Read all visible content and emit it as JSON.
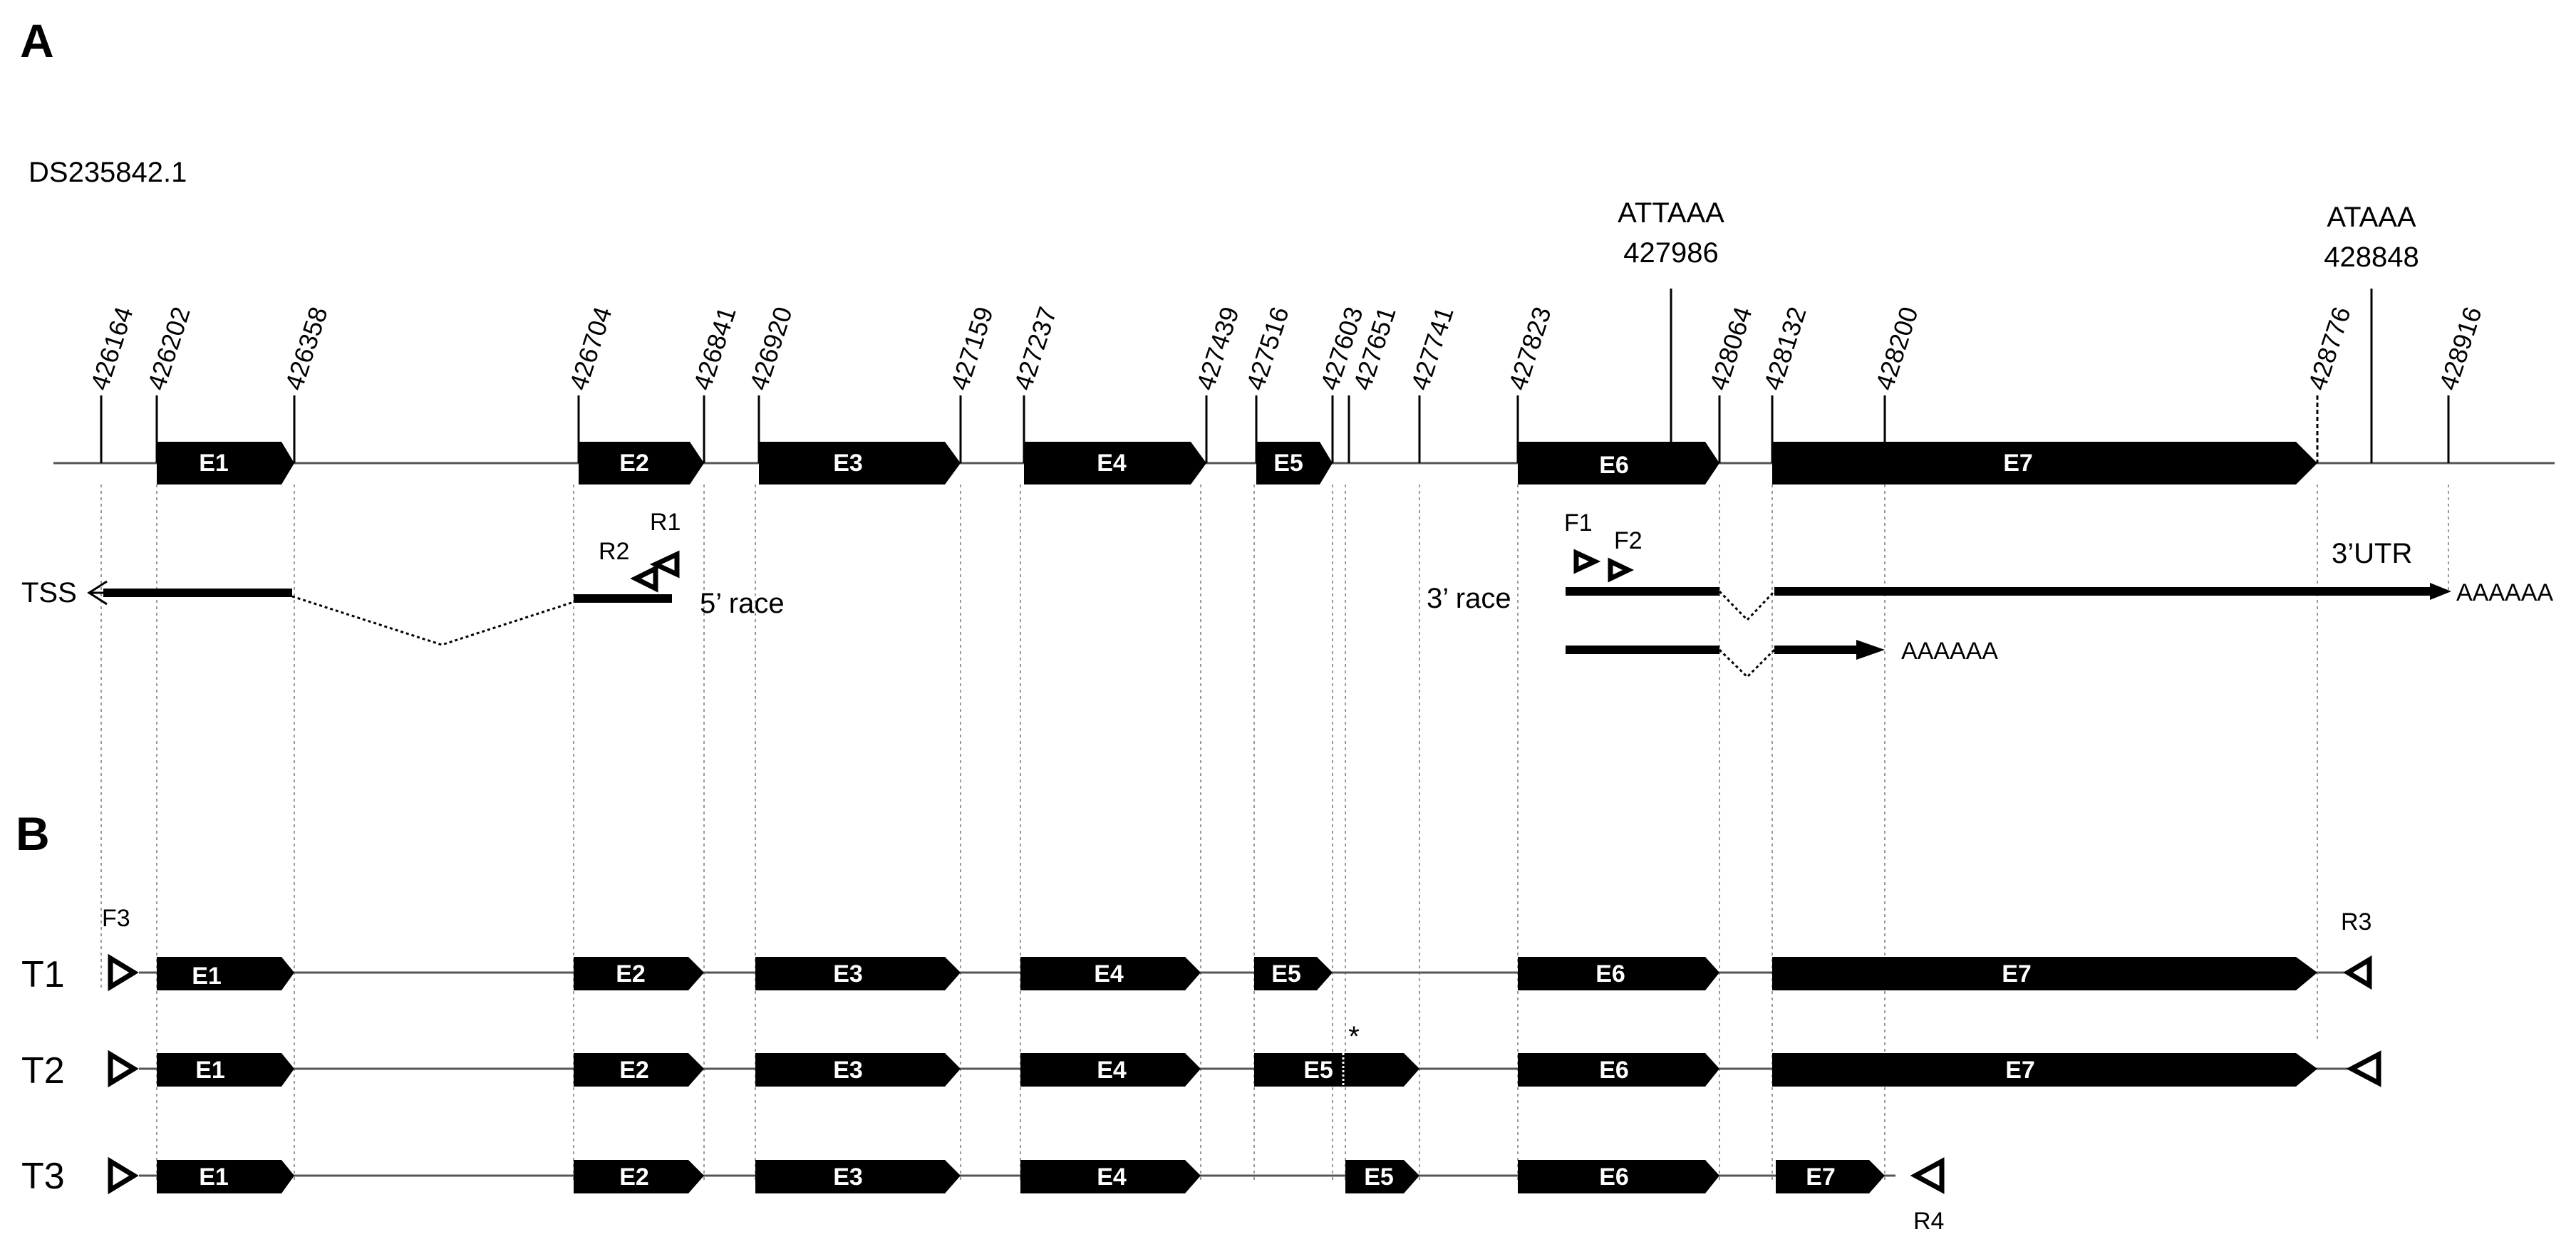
{
  "panels": [
    "A",
    "B"
  ],
  "accession": "DS235842.1",
  "positions": [
    "426164",
    "426202",
    "426358",
    "426704",
    "426841",
    "426920",
    "427159",
    "427237",
    "427439",
    "427516",
    "427603",
    "427651",
    "427741",
    "427823",
    "428064",
    "428132",
    "428200",
    "428776",
    "428916"
  ],
  "polya_signals": [
    {
      "motif": "ATTAAA",
      "position": "427986"
    },
    {
      "motif": "ATAAA",
      "position": "428848"
    }
  ],
  "exon_labels": [
    "E1",
    "E2",
    "E3",
    "E4",
    "E5",
    "E6",
    "E7"
  ],
  "race": {
    "tss": "TSS",
    "five_prime": "5’ race",
    "three_prime": "3’ race",
    "utr": "3’UTR",
    "polya": "AAAAAA"
  },
  "primers": {
    "R1": "R1",
    "R2": "R2",
    "F1": "F1",
    "F2": "F2",
    "F3": "F3",
    "R3": "R3",
    "R4": "R4"
  },
  "transcripts": [
    "T1",
    "T2",
    "T3"
  ],
  "star": "*"
}
